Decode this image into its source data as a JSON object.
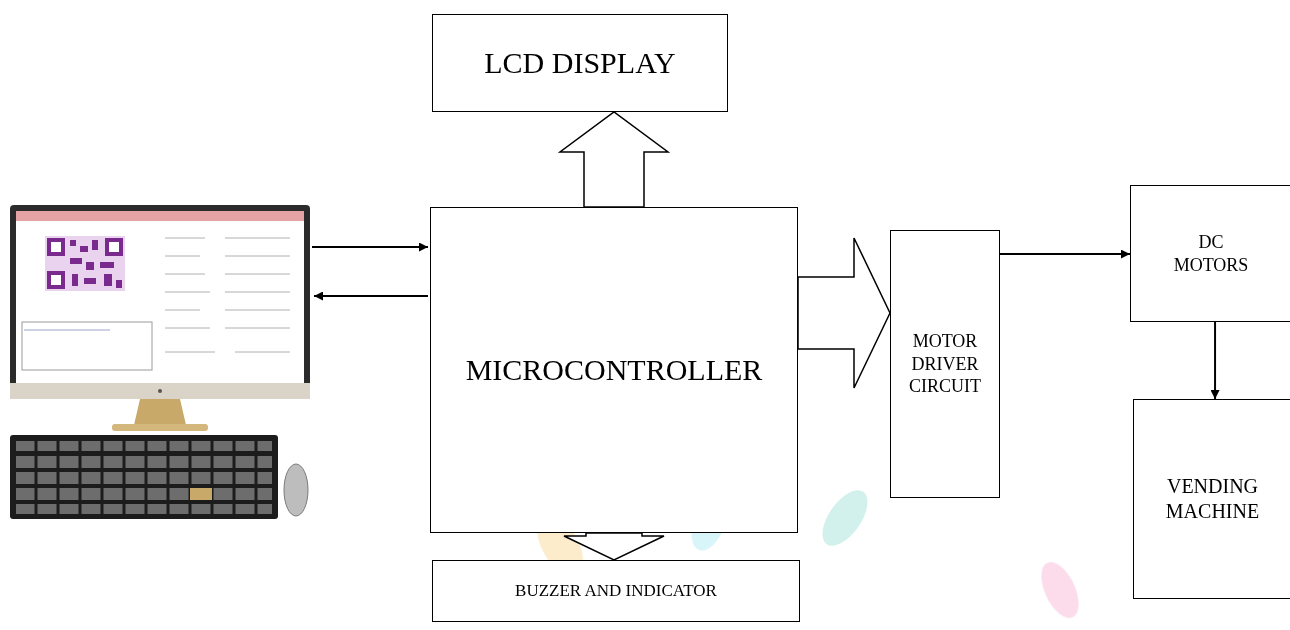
{
  "diagram": {
    "nodes": [
      {
        "text": [
          "LCD DISPLAY"
        ]
      },
      {
        "text": [
          "MICROCONTROLLER"
        ]
      },
      {
        "text": [
          "MOTOR DRIVER CIRCUIT"
        ]
      },
      {
        "text": [
          "DC MOTORS"
        ]
      },
      {
        "text": [
          "VENDING MACHINE"
        ]
      },
      {
        "text": [
          "BUZZER AND INDICATOR"
        ]
      }
    ],
    "edges": [
      {
        "from": 1,
        "to": 0,
        "arrow": "to"
      },
      {
        "from": 1,
        "to": 5,
        "arrow": "to"
      },
      {
        "from": 1,
        "to": 2,
        "arrow": "to"
      },
      {
        "from": 2,
        "to": 3,
        "arrow": "to"
      },
      {
        "from": 3,
        "to": 4,
        "arrow": "to"
      }
    ]
  }
}
